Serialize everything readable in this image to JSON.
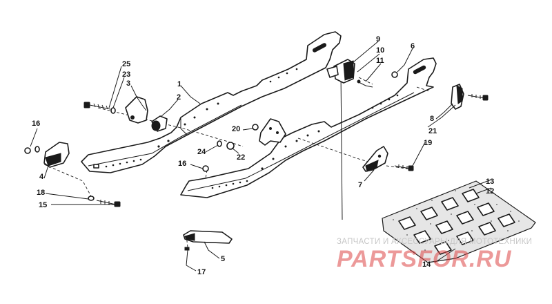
{
  "callouts": [
    "1",
    "2",
    "3",
    "4",
    "5",
    "6",
    "7",
    "8",
    "9",
    "10",
    "11",
    "12",
    "13",
    "14",
    "15",
    "16",
    "16",
    "17",
    "18",
    "19",
    "20",
    "21",
    "22",
    "23",
    "24",
    "25"
  ],
  "watermark": {
    "subtitle": "ЗАПЧАСТИ И АКСЕССУАРЫ ДЛЯ МОТОТЕХНИКИ",
    "brand": "PARTSFOR.RU",
    "color": "#dc4646"
  }
}
